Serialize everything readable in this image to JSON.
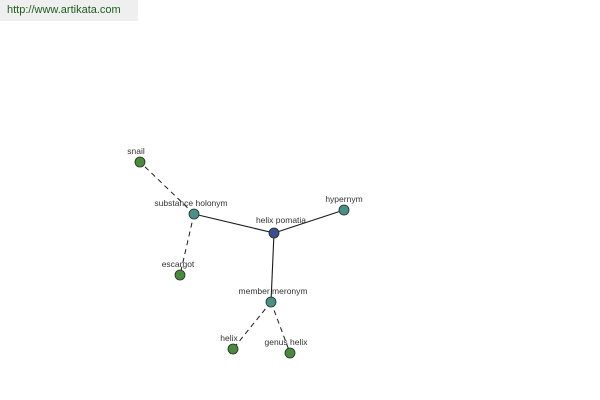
{
  "watermark": {
    "text": "http://www.artikata.com"
  },
  "colors": {
    "center_node": "#3a4f8e",
    "relation_node": "#4a8f8a",
    "leaf_node": "#4b8a3c",
    "node_border": "#1e3020",
    "label_text": "#333333"
  },
  "graph": {
    "nodes": [
      {
        "id": "center",
        "label": "helix pomatia",
        "role": "center"
      },
      {
        "id": "holonym",
        "label": "substance holonym",
        "role": "relation"
      },
      {
        "id": "hypernym",
        "label": "hypernym",
        "role": "relation"
      },
      {
        "id": "meronym",
        "label": "member meronym",
        "role": "relation"
      },
      {
        "id": "snail",
        "label": "snail",
        "role": "leaf"
      },
      {
        "id": "escargot",
        "label": "escargot",
        "role": "leaf"
      },
      {
        "id": "helix",
        "label": "helix",
        "role": "leaf"
      },
      {
        "id": "genus_helix",
        "label": "genus helix",
        "role": "leaf"
      }
    ],
    "edges": [
      {
        "from": "center",
        "to": "holonym",
        "style": "solid"
      },
      {
        "from": "center",
        "to": "hypernym",
        "style": "solid"
      },
      {
        "from": "center",
        "to": "meronym",
        "style": "solid"
      },
      {
        "from": "holonym",
        "to": "snail",
        "style": "dashed"
      },
      {
        "from": "holonym",
        "to": "escargot",
        "style": "dashed"
      },
      {
        "from": "meronym",
        "to": "helix",
        "style": "dashed"
      },
      {
        "from": "meronym",
        "to": "genus_helix",
        "style": "dashed"
      }
    ]
  }
}
